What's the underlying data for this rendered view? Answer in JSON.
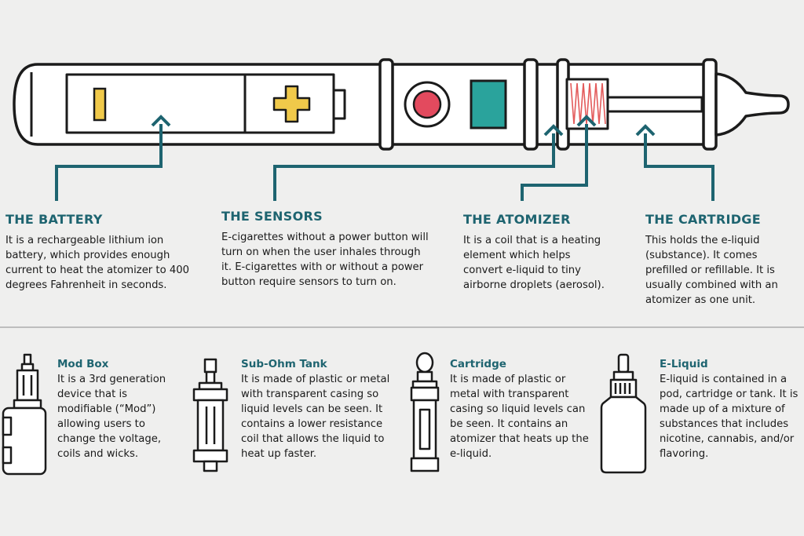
{
  "sections": {
    "battery": {
      "title": "THE BATTERY",
      "body": "It is a rechargeable lithium ion battery, which provides enough current to heat the atomizer to 400 degrees Fahrenheit in seconds."
    },
    "sensors": {
      "title": "THE SENSORS",
      "body": "E-cigarettes without a power button will turn on when the user inhales through it. E-cigarettes with or without a power button require sensors to turn on."
    },
    "atomizer": {
      "title": "THE ATOMIZER",
      "body": "It is a coil that is a heating element which helps convert e-liquid to tiny airborne droplets (aerosol)."
    },
    "cartridge": {
      "title": "THE CARTRIDGE",
      "body": "This holds the e-liquid (substance). It comes prefilled or refillable. It is usually combined with an atomizer as one unit."
    }
  },
  "devices": [
    {
      "title": "Mod Box",
      "body": "It is a 3rd generation device that is modifiable (“Mod”) allowing users to change the voltage, coils and wicks.",
      "icon": "mod-box-icon"
    },
    {
      "title": "Sub-Ohm Tank",
      "body": "It is made of plastic or metal with transparent casing so liquid levels can be seen. It contains a lower resistance coil that allows the liquid to heat up faster.",
      "icon": "sub-ohm-tank-icon"
    },
    {
      "title": "Cartridge",
      "body": "It is made of plastic or metal with transparent casing so liquid levels can be seen. It contains an atomizer that heats up the e-liquid.",
      "icon": "cartridge-icon"
    },
    {
      "title": "E-Liquid",
      "body": "E-liquid is contained in a pod, cartridge or tank. It is made up of a mixture of substances that includes nicotine, cannabis, and/or flavoring.",
      "icon": "e-liquid-bottle-icon"
    }
  ],
  "colors": {
    "accent_teal": "#1e6470",
    "battery_yellow": "#f0c94a",
    "sensor_red": "#e34a5e",
    "sensor_teal": "#2aa39c",
    "coil_red": "#e35a5a",
    "outline": "#1b1b1b",
    "background": "#efefee"
  }
}
